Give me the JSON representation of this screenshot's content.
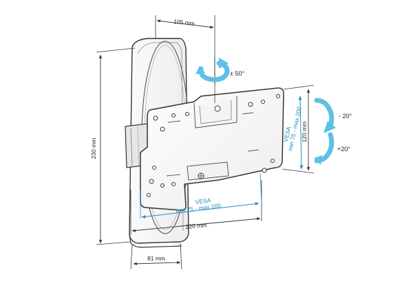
{
  "dimensions": {
    "depth_top": "105 mm",
    "height_total": "230 mm",
    "width_bottom_plate": "220 mm",
    "depth_bottom": "81 mm",
    "plate_height": "120 mm"
  },
  "vesa": {
    "horizontal_title": "VESA",
    "horizontal_range": "min 75 - max 200",
    "vertical_title": "VESA",
    "vertical_range": "min 75 - max 200"
  },
  "rotation": {
    "swivel": "± 50°",
    "tilt_up": "- 20°",
    "tilt_down": "+20°"
  },
  "colors": {
    "accent_blue": "#1d8fc0",
    "arrow_blue": "#5fc0e6",
    "line": "#333333"
  }
}
